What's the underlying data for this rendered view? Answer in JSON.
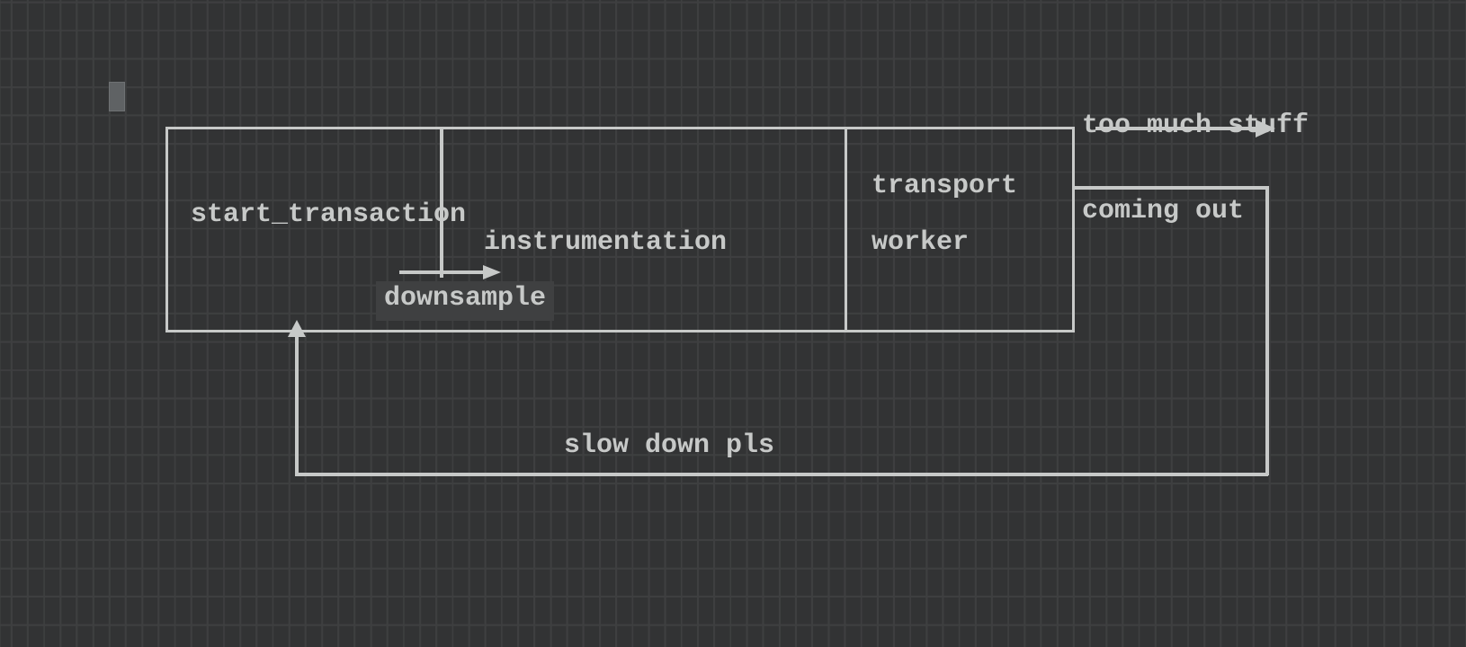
{
  "canvas": {
    "background_color": "#323334",
    "grid_line_color": "#3e3f40",
    "stroke_color": "#c7c9c8",
    "cursor_color": "#5f6264",
    "highlight_color": "#3f4041"
  },
  "box_labels": {
    "start_transaction": "start_transaction",
    "instrumentation": "instrumentation",
    "downsample": "downsample",
    "transport": "transport",
    "worker": "worker"
  },
  "annotations": {
    "overflow_line1": "too much stuff",
    "overflow_line2": "coming out",
    "feedback": "slow down pls"
  }
}
